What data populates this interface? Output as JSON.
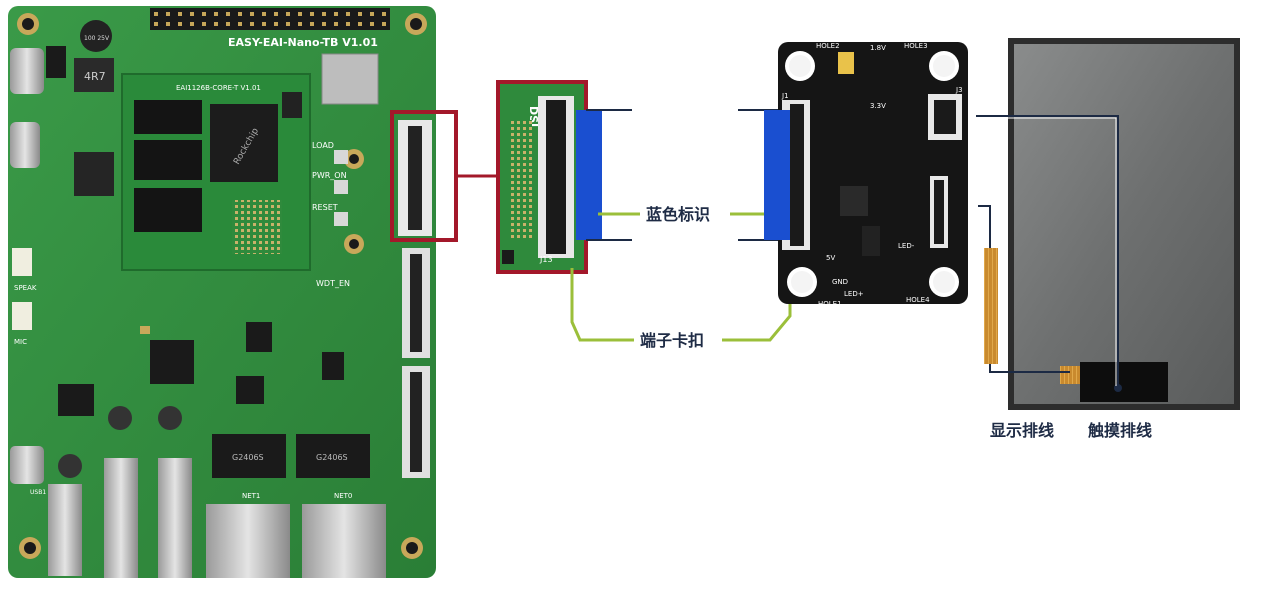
{
  "board": {
    "silk_title": "EASY-EAI-Nano-TB V1.01",
    "core_label": "EAI1126B-CORE-T V1.01",
    "button_labels": [
      "LOAD",
      "PWR_ON",
      "RESET"
    ],
    "wdt_label": "WDT_EN",
    "audio_labels": [
      "SPEAK",
      "MIC"
    ],
    "net_labels": [
      "NET1",
      "NET0"
    ],
    "usb_label": "USB1",
    "inductor_text": "4R7",
    "cap_text": "100 25V",
    "chip_brand": "Rockchip",
    "jack_text": "G2406S"
  },
  "zoom": {
    "dsi_label": "DSI",
    "connector_id": "J13"
  },
  "adapter": {
    "top_labels": [
      "HOLE2",
      "1.8V",
      "HOLE3"
    ],
    "bottom_labels": [
      "5V",
      "GND",
      "LED+",
      "HOLE1",
      "HOLE4"
    ],
    "voltage_label": "3.3V",
    "connector_j1": "J1",
    "connector_j3": "J3",
    "led_label": "LED-"
  },
  "annotations": {
    "blue_mark": "蓝色标识",
    "latch": "端子卡扣",
    "display_cable": "显示排线",
    "touch_cable": "触摸排线"
  },
  "colors": {
    "pcb_green": "#2f8a3c",
    "highlight_red": "#a3182a",
    "blue_marker": "#1a4fd0",
    "leader_green": "#9bbf3a",
    "leader_navy": "#1c2a44",
    "label_navy": "#1e2b45"
  }
}
